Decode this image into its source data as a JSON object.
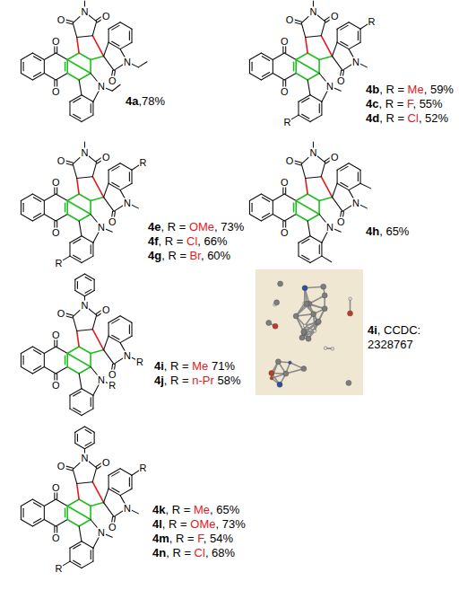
{
  "diagram": {
    "labels": [
      "O",
      "N",
      "O",
      "O",
      "O",
      "O",
      "N",
      "N",
      "4a",
      ",78%",
      "O",
      "N",
      "O",
      "O",
      "O",
      "O",
      "N",
      "N",
      "R",
      "R",
      "4b",
      ", R = ",
      "Me",
      ", 59%",
      "4c",
      ", R = ",
      "F",
      ", 55%",
      "4d",
      ", R = ",
      "Cl",
      ", 52%",
      "O",
      "N",
      "O",
      "O",
      "O",
      "O",
      "N",
      "N",
      "R",
      "R",
      "4e",
      ", R = ",
      "OMe",
      ", 73%",
      "4f",
      ", R = ",
      "Cl",
      ", 66%",
      "4g",
      ", R = ",
      "Br",
      ", 60%",
      "O",
      "N",
      "O",
      "O",
      "O",
      "O",
      "N",
      "N",
      "4h",
      ", 65%",
      "O",
      "N",
      "O",
      "O",
      "O",
      "O",
      "N",
      "N",
      "R",
      "R",
      "4i",
      ", R = ",
      "Me",
      " 71%",
      "4j",
      ", R = ",
      "n-Pr",
      " 58%",
      "4i",
      ", CCDC: 2328767",
      "O",
      "N",
      "O",
      "O",
      "O",
      "O",
      "N",
      "N",
      "R",
      "R",
      "4k",
      ", R = ",
      "Me",
      ", 65%",
      "4l",
      ", R = ",
      "OMe",
      ", 73%",
      "4m",
      ", R = ",
      "F",
      ", 54%",
      "4n",
      ", R = ",
      "Cl",
      ", 68%"
    ]
  }
}
